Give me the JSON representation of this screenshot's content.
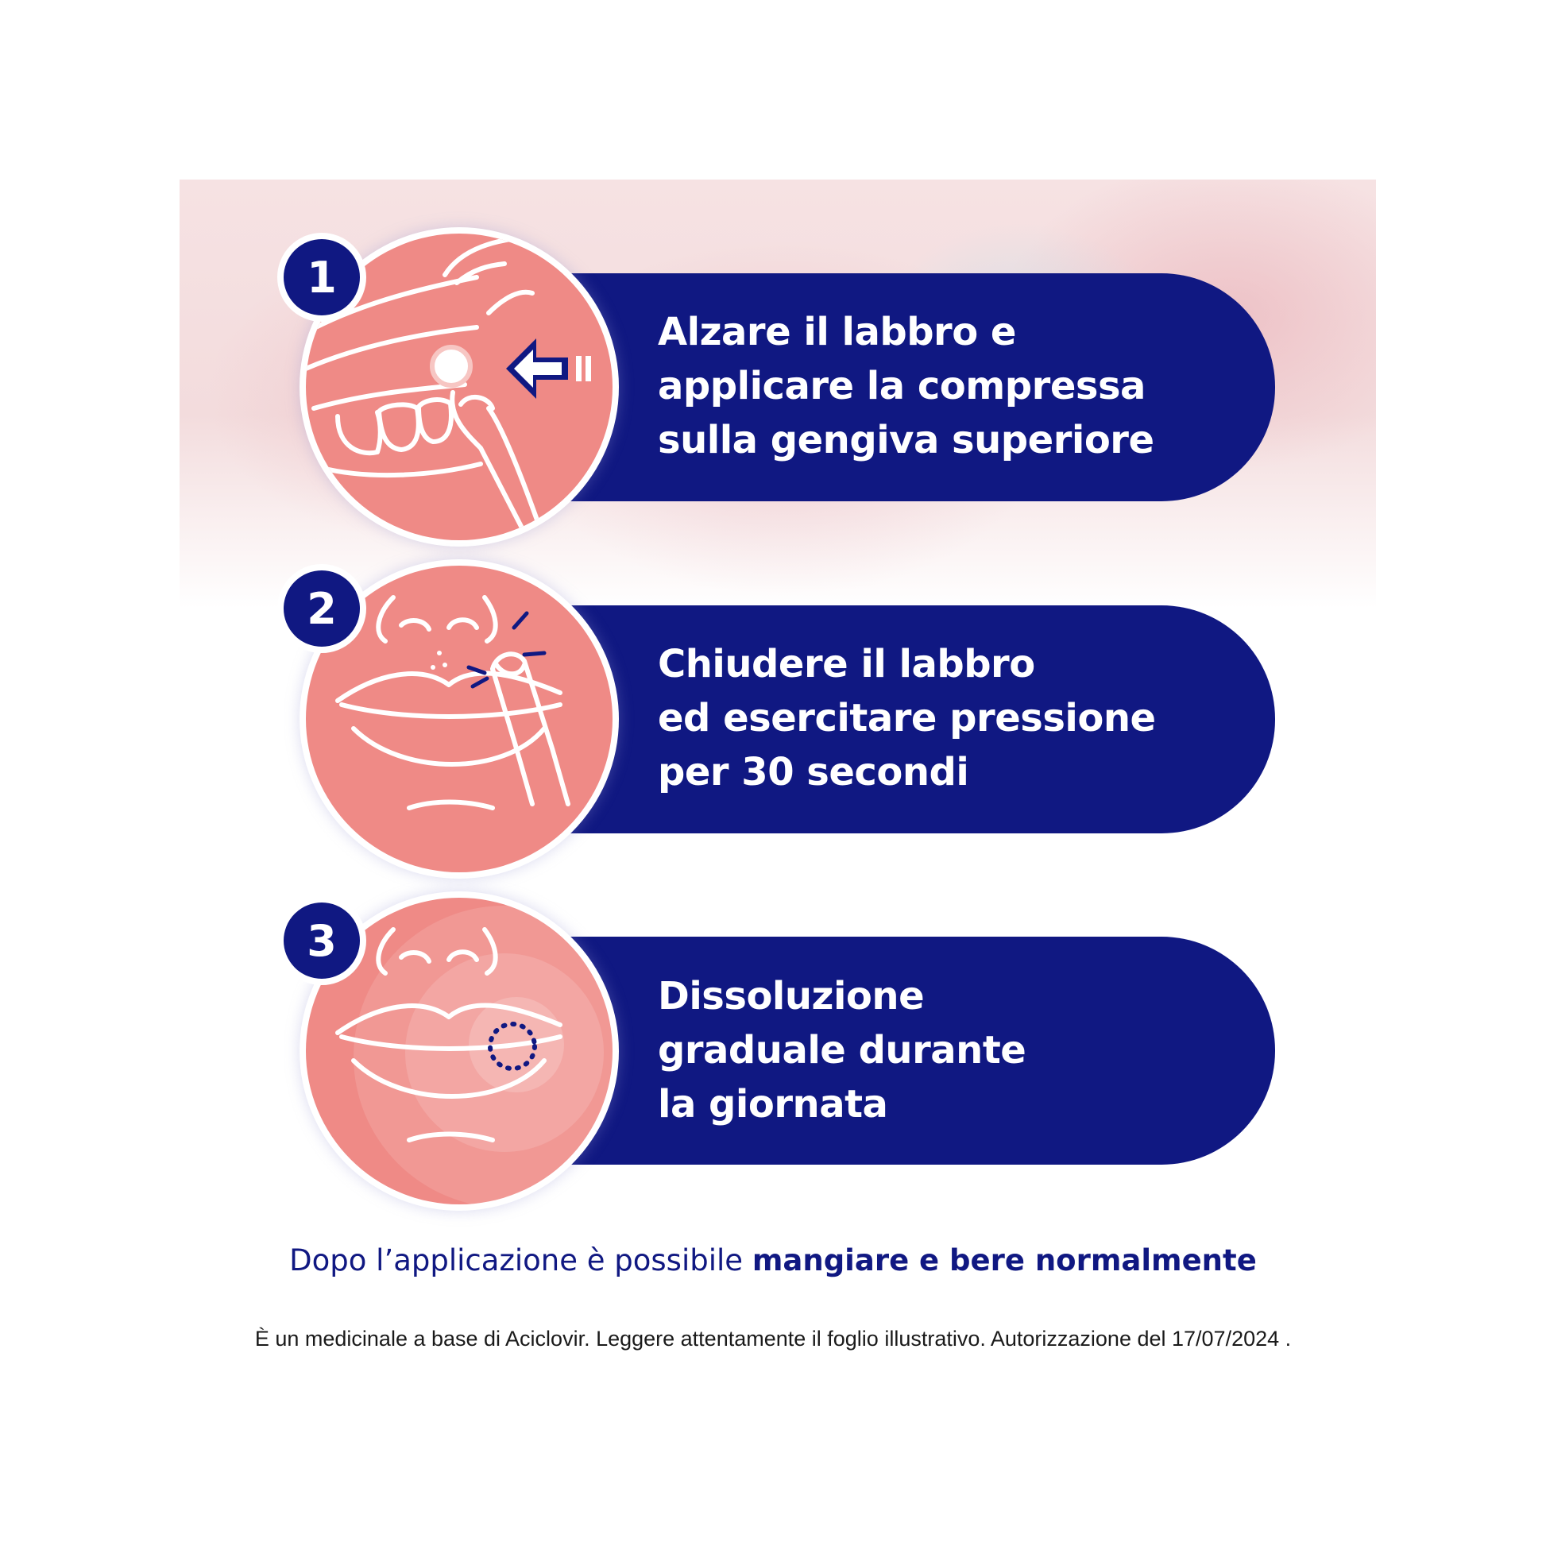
{
  "steps": [
    {
      "number": "1",
      "lines": [
        "Alzare il labbro e",
        "applicare la compressa",
        "sulla gengiva superiore"
      ],
      "illustration": "lip-lift-tooth-icon"
    },
    {
      "number": "2",
      "lines": [
        "Chiudere il labbro",
        "ed esercitare pressione",
        "per 30 secondi"
      ],
      "illustration": "press-lip-icon"
    },
    {
      "number": "3",
      "lines": [
        "Dissoluzione",
        "graduale durante",
        "la giornata"
      ],
      "illustration": "dissolve-icon"
    }
  ],
  "note": {
    "prefix": "Dopo l’applicazione è possibile ",
    "bold": "mangiare e bere normalmente"
  },
  "legal": "È un medicinale a base di Aciclovir. Leggere attentamente il foglio illustrativo. Autorizzazione del 17/07/2024 .",
  "colors": {
    "navy": "#101882",
    "salmon": "#ef8a86",
    "white": "#ffffff"
  }
}
